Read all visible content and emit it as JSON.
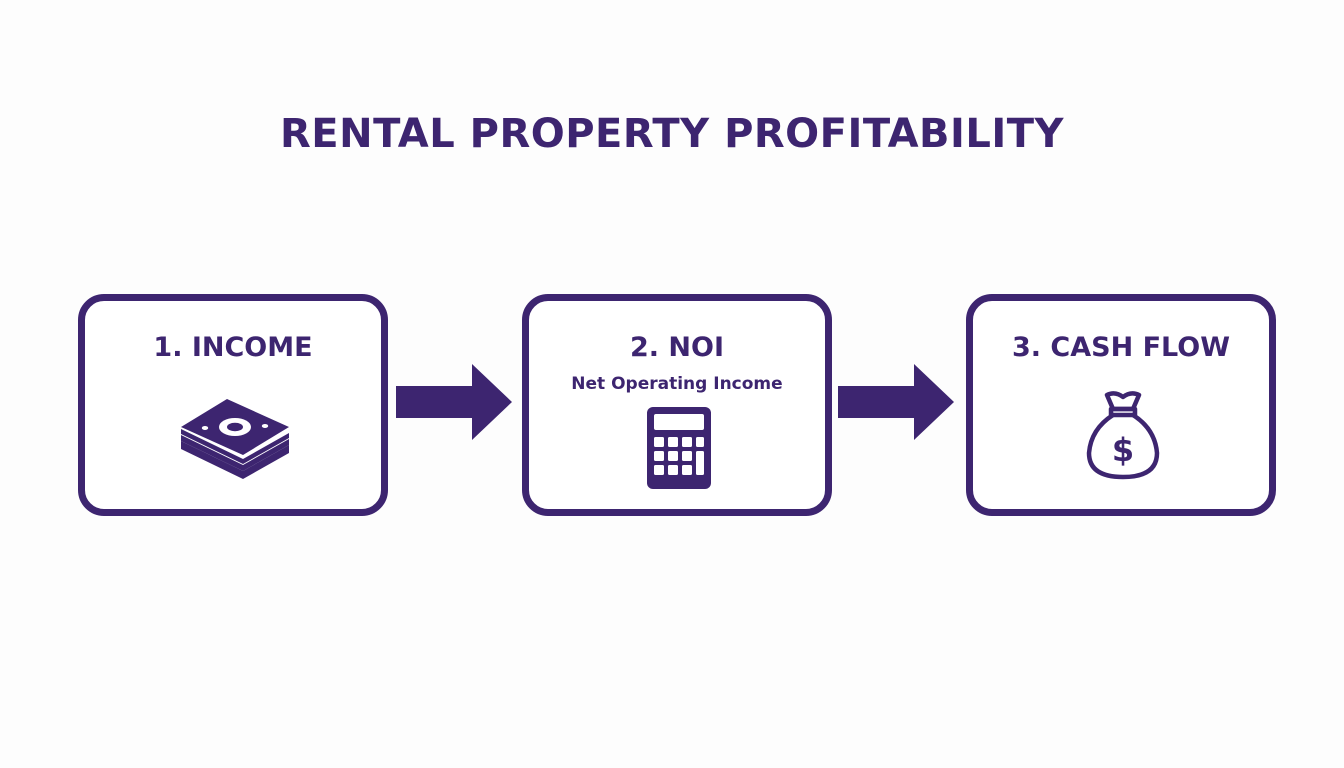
{
  "title": "RENTAL PROPERTY PROFITABILITY",
  "steps": [
    {
      "heading": "1. INCOME",
      "subtitle": "",
      "icon": "cash-stack-icon"
    },
    {
      "heading": "2. NOI",
      "subtitle": "Net Operating Income",
      "icon": "calculator-icon"
    },
    {
      "heading": "3. CASH FLOW",
      "subtitle": "",
      "icon": "money-bag-icon"
    }
  ],
  "colors": {
    "primary": "#3d2570",
    "background": "#fdfdfd"
  }
}
